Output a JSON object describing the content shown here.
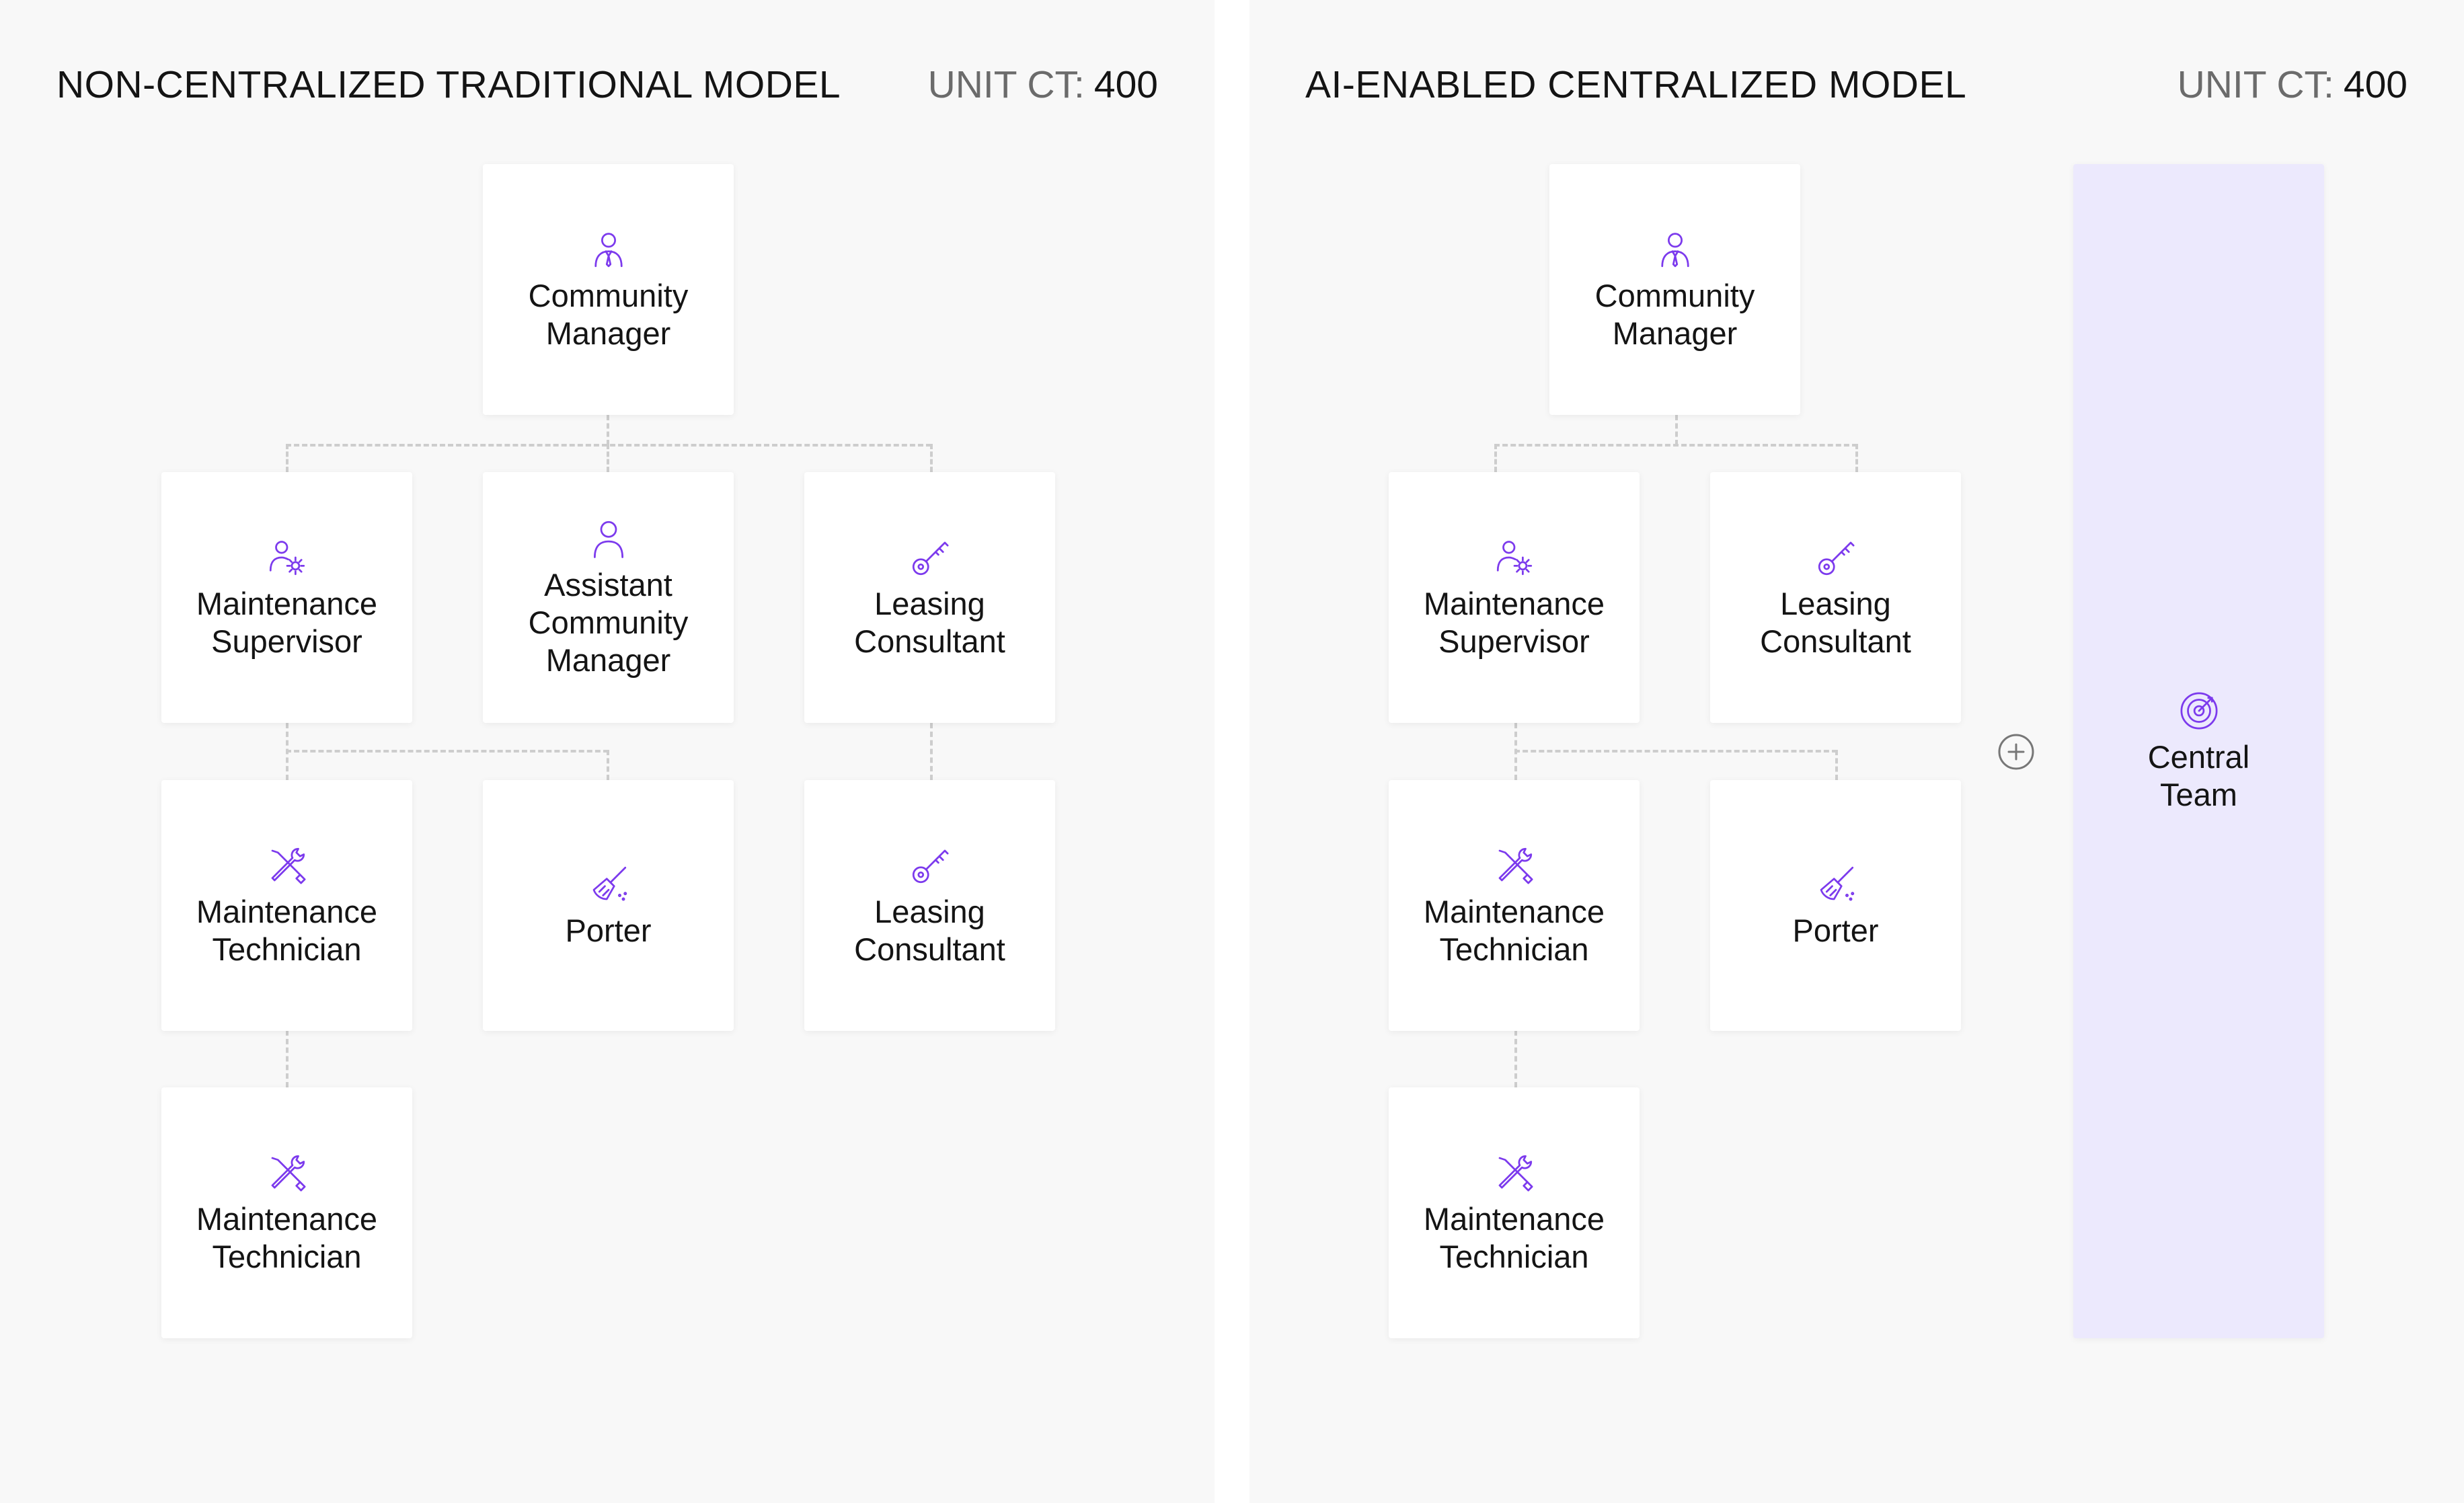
{
  "colors": {
    "accent": "#7c3aed",
    "panel_bg": "#f8f8f8",
    "card_bg": "#ffffff",
    "central_bg": "#ece9fd",
    "connector": "#cdcdcd",
    "muted_text": "#6b6b6b"
  },
  "left": {
    "title": "NON-CENTRALIZED TRADITIONAL MODEL",
    "unit_label": "UNIT CT:",
    "unit_value": "400",
    "cards": {
      "community_manager": {
        "label": "Community Manager",
        "icon": "manager-icon"
      },
      "maintenance_supervisor": {
        "label": "Maintenance Supervisor",
        "icon": "supervisor-gear-icon"
      },
      "assistant_community_manager": {
        "label": "Assistant Community Manager",
        "icon": "person-icon"
      },
      "leasing_consultant_1": {
        "label": "Leasing Consultant",
        "icon": "key-icon"
      },
      "maintenance_technician_1": {
        "label": "Maintenance Technician",
        "icon": "tools-icon"
      },
      "porter": {
        "label": "Porter",
        "icon": "broom-icon"
      },
      "leasing_consultant_2": {
        "label": "Leasing Consultant",
        "icon": "key-icon"
      },
      "maintenance_technician_2": {
        "label": "Maintenance Technician",
        "icon": "tools-icon"
      }
    }
  },
  "right": {
    "title": "AI-ENABLED CENTRALIZED MODEL",
    "unit_label": "UNIT CT:",
    "unit_value": "400",
    "cards": {
      "community_manager": {
        "label": "Community Manager",
        "icon": "manager-icon"
      },
      "maintenance_supervisor": {
        "label": "Maintenance Supervisor",
        "icon": "supervisor-gear-icon"
      },
      "leasing_consultant": {
        "label": "Leasing Consultant",
        "icon": "key-icon"
      },
      "maintenance_technician_1": {
        "label": "Maintenance Technician",
        "icon": "tools-icon"
      },
      "porter": {
        "label": "Porter",
        "icon": "broom-icon"
      },
      "maintenance_technician_2": {
        "label": "Maintenance Technician",
        "icon": "tools-icon"
      }
    },
    "central_team": {
      "label": "Central Team",
      "icon": "target-icon"
    },
    "plus_icon": "plus-circle-icon"
  }
}
